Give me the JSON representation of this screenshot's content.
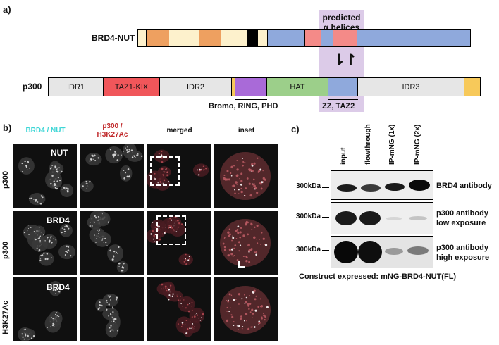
{
  "panel_a": {
    "label": "a)",
    "brd4_label": "BRD4-NUT",
    "p300_label": "p300",
    "predicted_line1": "predicted",
    "predicted_line2": "α helices",
    "arrows": "⇂↾",
    "domains": {
      "idr1": "IDR1",
      "taz1": "TAZ1-KIX",
      "idr2": "IDR2",
      "hat": "HAT",
      "idr3": "IDR3"
    },
    "bromo_label": "Bromo, RING, PHD",
    "zz_label": "ZZ, TAZ2",
    "colors": {
      "cream": "#fdf1cc",
      "orange": "#eea060",
      "blue": "#8fa9dc",
      "pink": "#f48a88",
      "red": "#f0565a",
      "gray": "#e6e6e6",
      "yellow": "#f7c95a",
      "purple": "#a96ad8",
      "green": "#9ccf8a",
      "highlight": "#dccbe8"
    }
  },
  "panel_b": {
    "label": "b)",
    "col1_line1": "BRD4 / NUT",
    "col2_line1": "p300 /",
    "col2_line2": "H3K27Ac",
    "col3": "merged",
    "col4": "inset",
    "row1": "p300",
    "row2": "p300",
    "row3": "H3K27Ac",
    "tag1": "NUT",
    "tag2": "BRD4",
    "tag3": "BRD4",
    "col1_color": "#3ed6d6",
    "col2_color": "#c0282a"
  },
  "panel_c": {
    "label": "c)",
    "lanes": [
      "input",
      "flowthrough",
      "IP-mNG (1x)",
      "IP-mNG (2x)"
    ],
    "marker": "300kDa",
    "blots": [
      {
        "line1": "BRD4 antibody",
        "line2": ""
      },
      {
        "line1": "p300 antibody",
        "line2": "low exposure"
      },
      {
        "line1": "p300 antibody",
        "line2": "high exposure"
      }
    ],
    "construct": "Construct expressed: mNG-BRD4-NUT(FL)"
  }
}
